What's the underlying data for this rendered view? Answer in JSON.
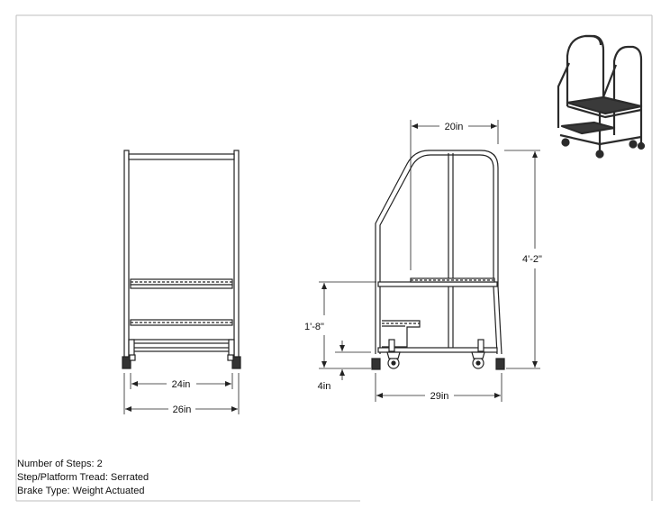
{
  "front_view": {
    "inner_width": "24in",
    "overall_width": "26in"
  },
  "side_view": {
    "depth_top": "20in",
    "overall_height": "4'-2\"",
    "platform_height": "1'-8\"",
    "step_rise": "4in",
    "base_depth": "29in"
  },
  "specs": {
    "steps": "Number of Steps: 2",
    "tread": "Step/Platform Tread: Serrated",
    "brake": "Brake Type: Weight Actuated"
  },
  "colors": {
    "line": "#222222",
    "frame_outline": "#1a1a1a",
    "thumb_fill": "#2b2b2b"
  }
}
